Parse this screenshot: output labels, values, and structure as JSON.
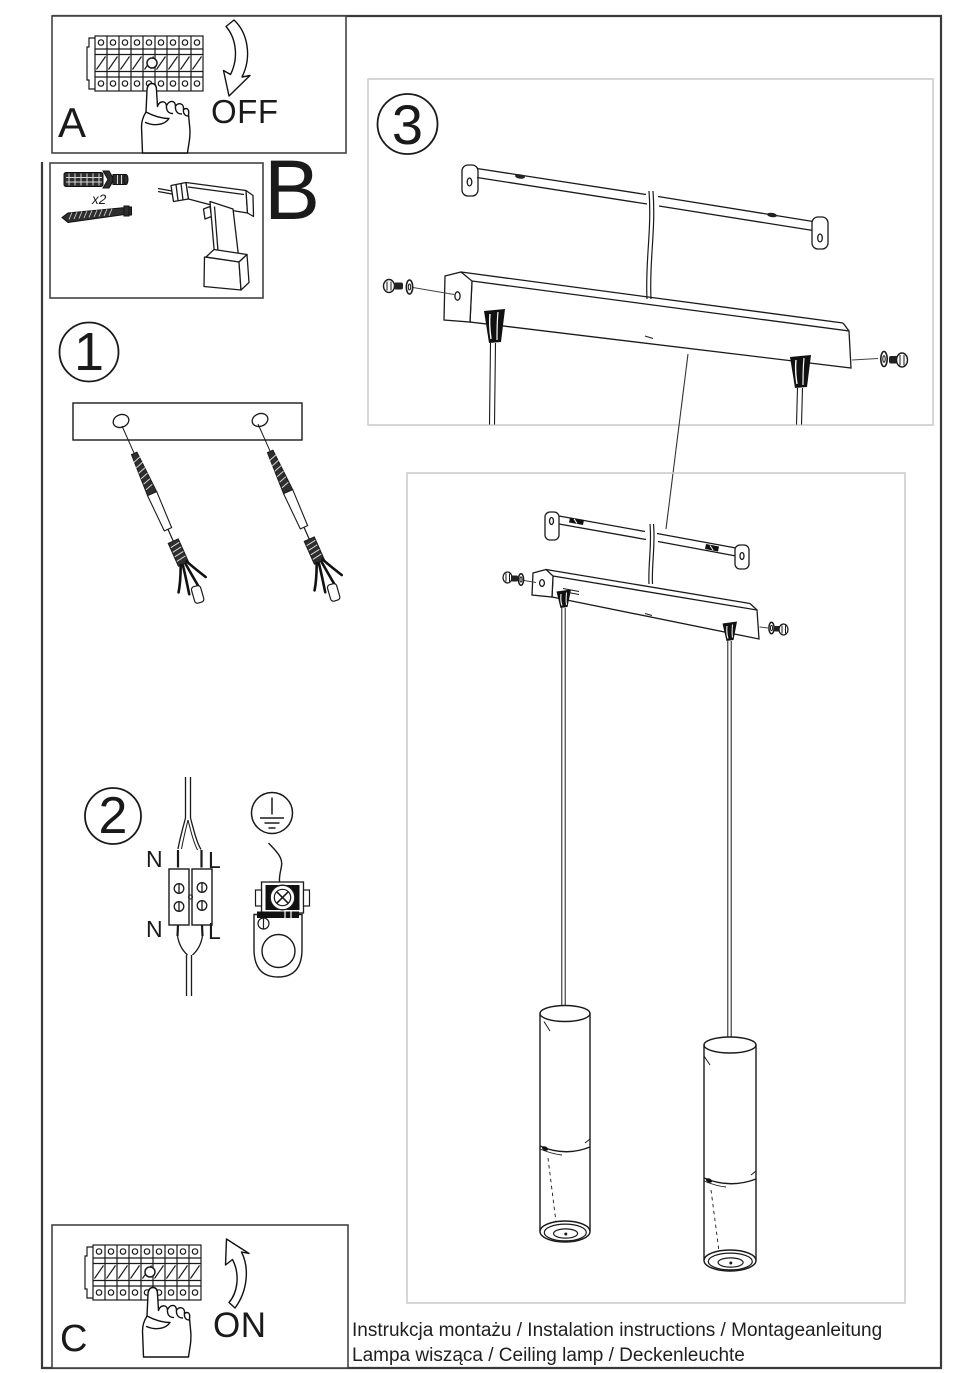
{
  "steps": {
    "a": {
      "label": "A",
      "action": "OFF"
    },
    "b": {
      "label": "B",
      "quantity": "x2"
    },
    "one": {
      "number": "1"
    },
    "two": {
      "number": "2",
      "labels": {
        "top_left": "N",
        "top_right": "L",
        "bottom_left": "N",
        "bottom_right": "L"
      }
    },
    "three": {
      "number": "3"
    },
    "c": {
      "label": "C",
      "action": "ON"
    }
  },
  "footer": {
    "line1": "Instrukcja montażu / Instalation instructions / Montageanleitung",
    "line2": "Lampa wisząca / Ceiling lamp / Deckenleuchte"
  },
  "colors": {
    "line": "#1a1a1a",
    "panel_border": "#c9c9c9",
    "background": "#ffffff"
  }
}
